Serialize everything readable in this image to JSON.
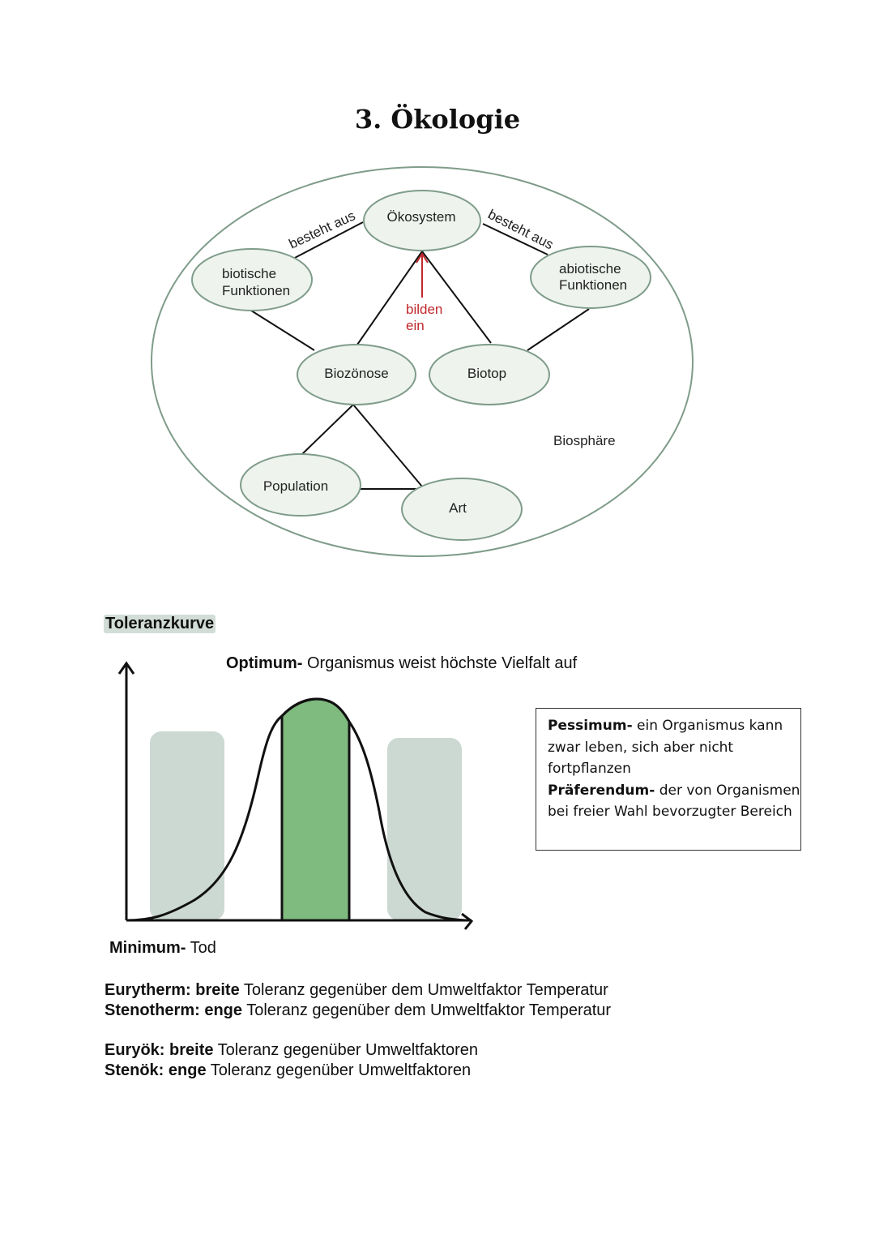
{
  "title": "3. Ökologie",
  "diagram": {
    "outer_label": "Biosphäre",
    "nodes": {
      "oekosystem": "Ökosystem",
      "biotisch_1": "biotische",
      "biotisch_2": "Funktionen",
      "abiotisch_1": "abiotische",
      "abiotisch_2": "Funktionen",
      "biozoenose": "Biozönose",
      "biotop": "Biotop",
      "population": "Population",
      "art": "Art"
    },
    "edge_labels": {
      "left": "besteht aus",
      "right": "besteht aus",
      "arrow_1": "bilden",
      "arrow_2": "ein"
    },
    "colors": {
      "node_fill": "#eef3ee",
      "node_stroke": "#7f9c8a",
      "arrow": "#c0282d"
    }
  },
  "tolerance": {
    "heading": "Toleranzkurve",
    "optimum_bold": "Optimum-",
    "optimum_text": " Organismus weist höchste Vielfalt auf",
    "minimum_bold": "Minimum-",
    "minimum_text": " Tod",
    "box": {
      "pessimum_bold": "Pessimum-",
      "pessimum_text": " ein Organismus kann zwar leben, sich aber nicht fortpflanzen",
      "praeferendum_bold": "Präferendum-",
      "praeferendum_text": " der von Organismen bei freier Wahl bevorzugter Bereich"
    },
    "colors": {
      "pessimum": "#ccd9d2",
      "optimum": "#7fba7f"
    }
  },
  "definitions": [
    {
      "term": "Eurytherm: breite",
      "text": " Toleranz gegenüber dem Umweltfaktor Temperatur"
    },
    {
      "term": "Stenotherm: enge",
      "text": " Toleranz gegenüber dem Umweltfaktor Temperatur"
    },
    {
      "term": "Euryök: breite",
      "text": " Toleranz gegenüber Umweltfaktoren"
    },
    {
      "term": "Stenök: enge",
      "text": " Toleranz gegenüber Umweltfaktoren"
    }
  ]
}
